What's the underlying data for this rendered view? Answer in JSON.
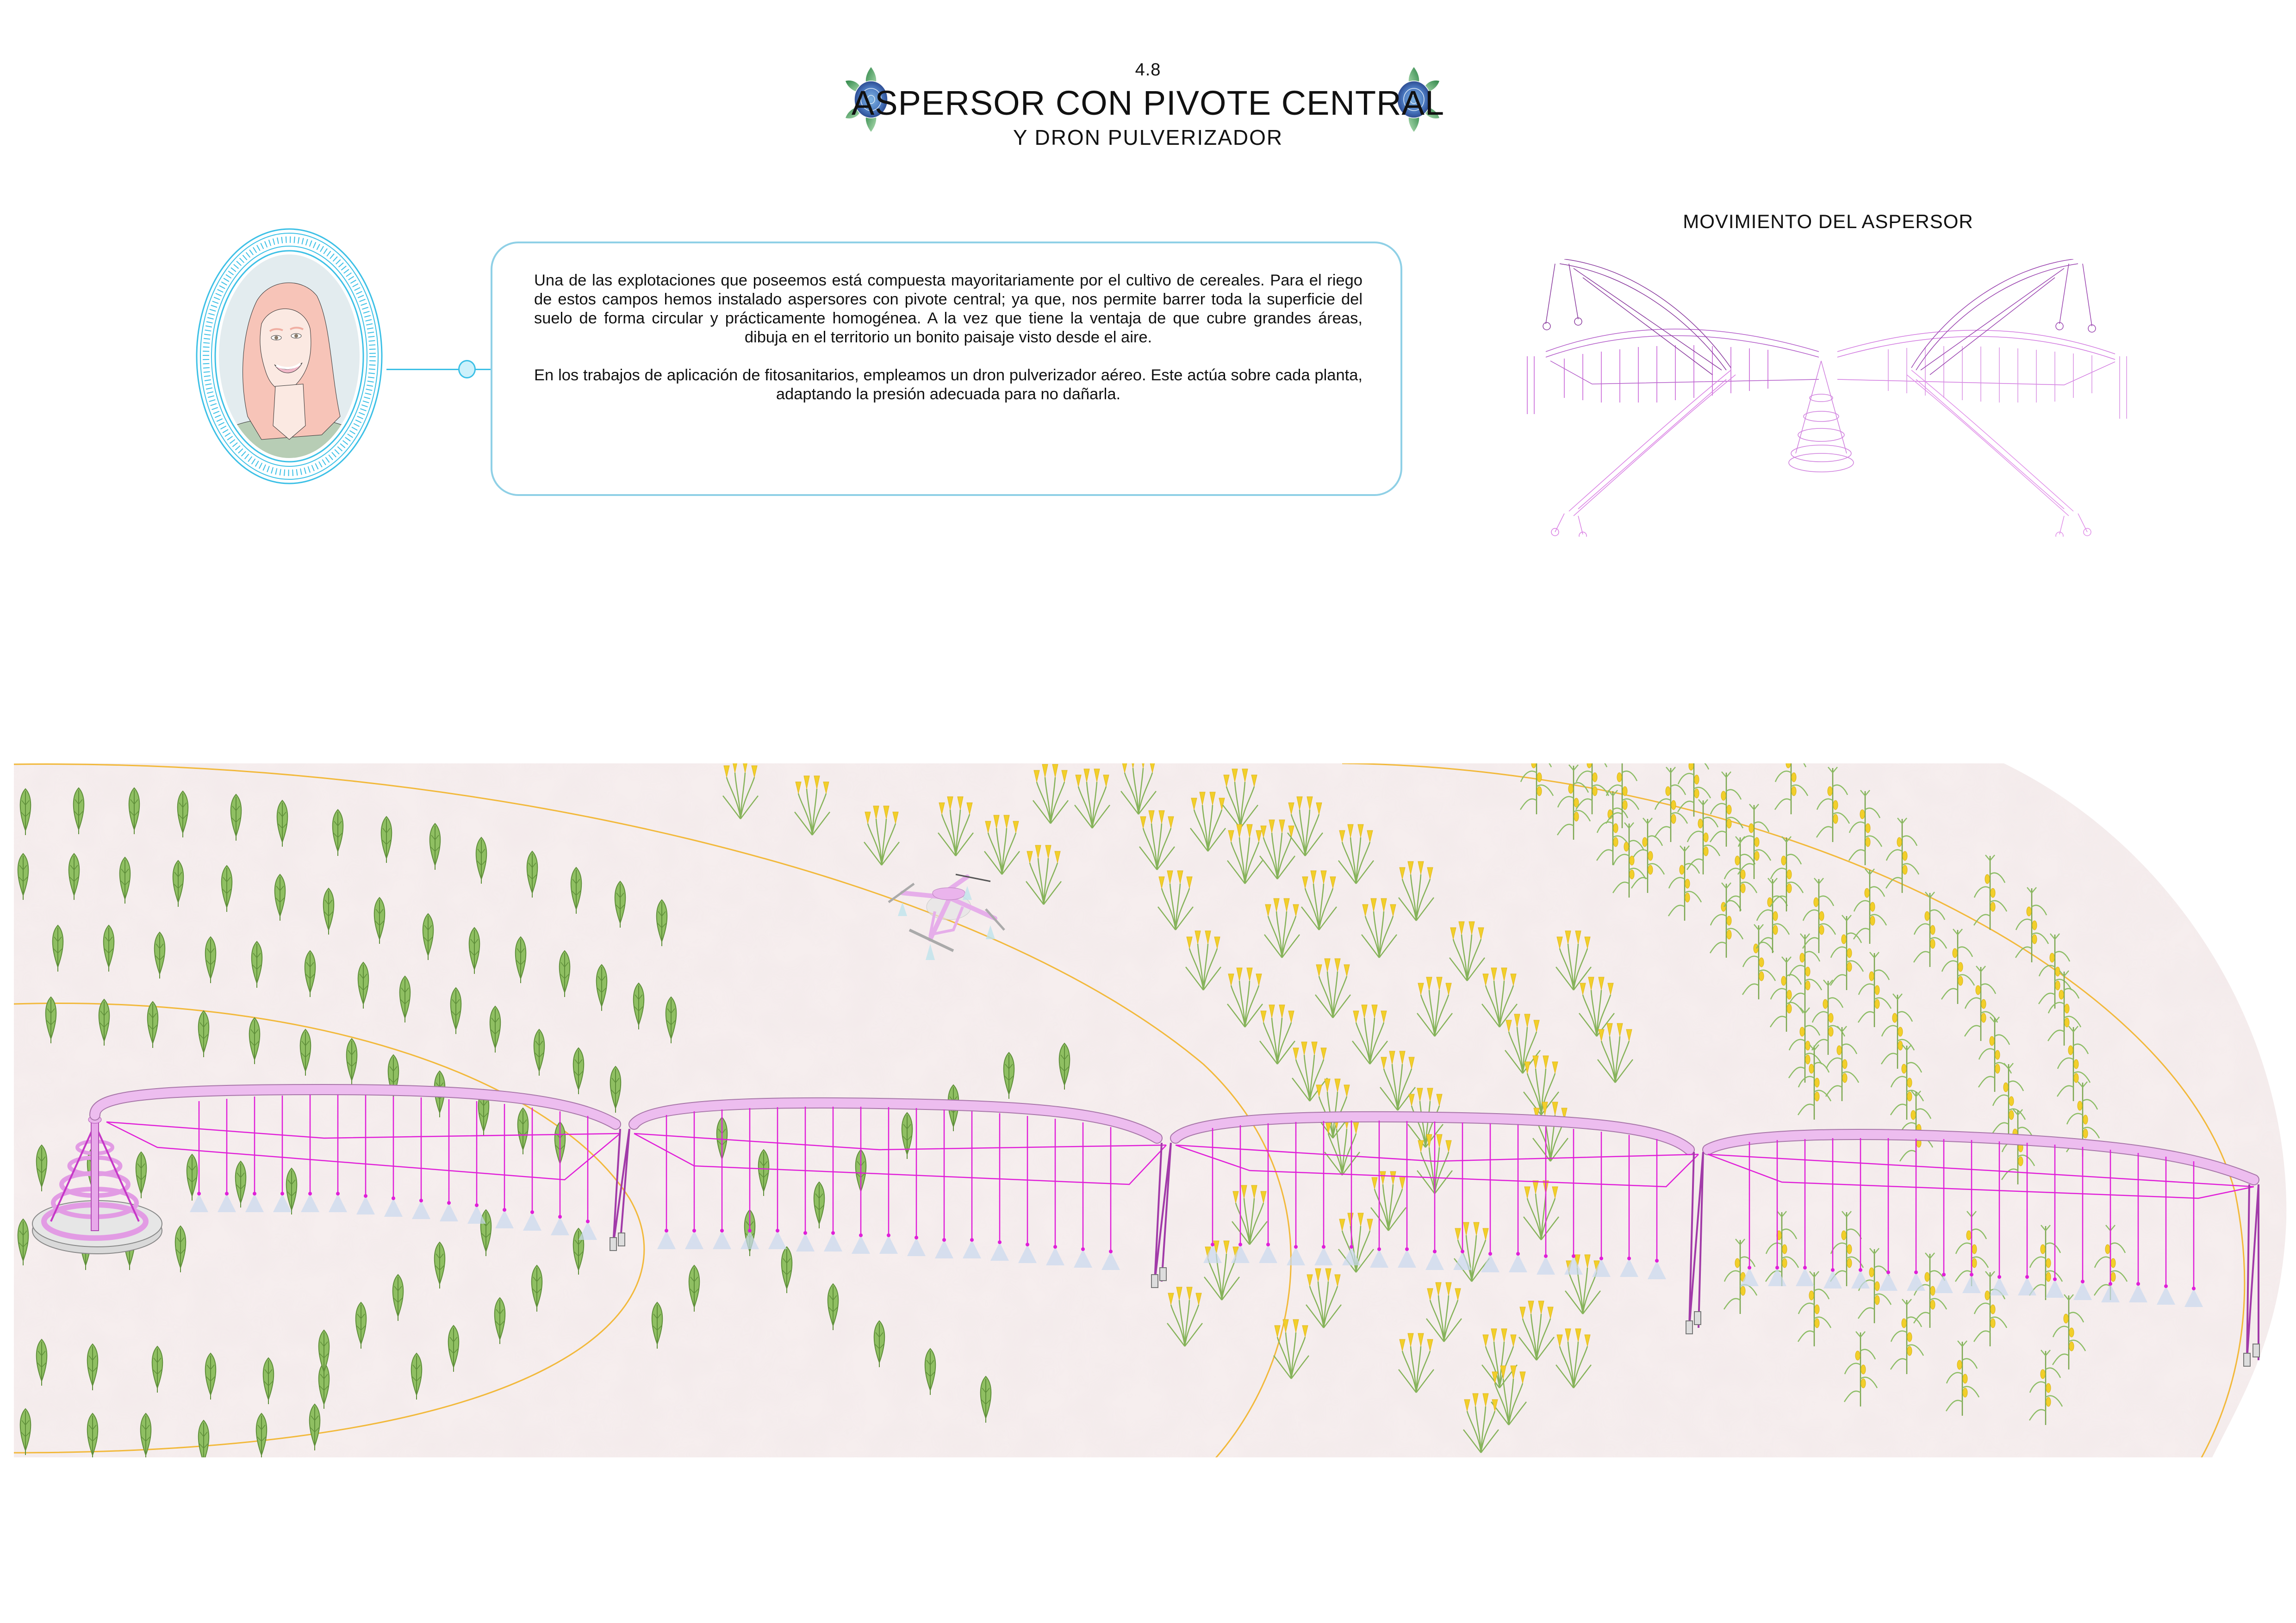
{
  "header": {
    "section_number": "4.8",
    "title": "ASPERSOR CON PIVOTE CENTRAL",
    "subtitle": "Y DRON PULVERIZADOR",
    "emblem_icon": "blueberry-flower-icon",
    "emblem_colors": {
      "berry_dark": "#2a4f95",
      "berry_light": "#6fa6da",
      "leaf_dark": "#2f8a4a",
      "leaf_light": "#a8d9ad"
    }
  },
  "portrait": {
    "description": "Illustrated portrait of a smiling woman with long pink hair and a green shirt inside a circular dial frame",
    "frame_color": "#3cc0e6",
    "hair_color": "#f7c4b8",
    "shirt_color": "#b7cdb5",
    "background_color": "#e3ecef"
  },
  "bubble": {
    "paragraphs": [
      "Una de las explotaciones que poseemos está compuesta mayoritariamente por el cultivo de cereales. Para el riego de estos campos hemos instalado aspersores con pivote central; ya que, nos permite barrer toda la superficie del suelo de forma circular y prácticamente homogénea. A la vez que tiene la ventaja de que cubre grandes áreas, dibuja en el territorio un bonito paisaje visto desde el aire.",
      "En los trabajos de aplicación de fitosanitarios, empleamos un dron pulverizador aéreo. Este actúa sobre cada planta, adaptando la presión adecuada para no dañarla."
    ],
    "border_color": "#8fd0e6"
  },
  "movement": {
    "title": "MOVIMIENTO DEL ASPERSOR",
    "arm_positions": 4,
    "line_color": "#c04fd0"
  },
  "field": {
    "soil_color": "#f4eaea",
    "ring_line_color": "#f2b93b",
    "pivot_color": "#e9b3ea",
    "truss_color": "#e01fd8",
    "zones": [
      {
        "name": "inner",
        "crop": "legume plants",
        "plant_color": "#7aa64e"
      },
      {
        "name": "middle",
        "crop": "wheat",
        "plant_color": "#7aa64e",
        "ear_color": "#f2cf2a"
      },
      {
        "name": "outer",
        "crop": "maize",
        "plant_color": "#84b25a",
        "cob_color": "#f2cf2a"
      }
    ],
    "elements": [
      "central pivot tower",
      "sprinkler spans with nozzles",
      "wheeled drive towers",
      "spraying drone"
    ]
  }
}
